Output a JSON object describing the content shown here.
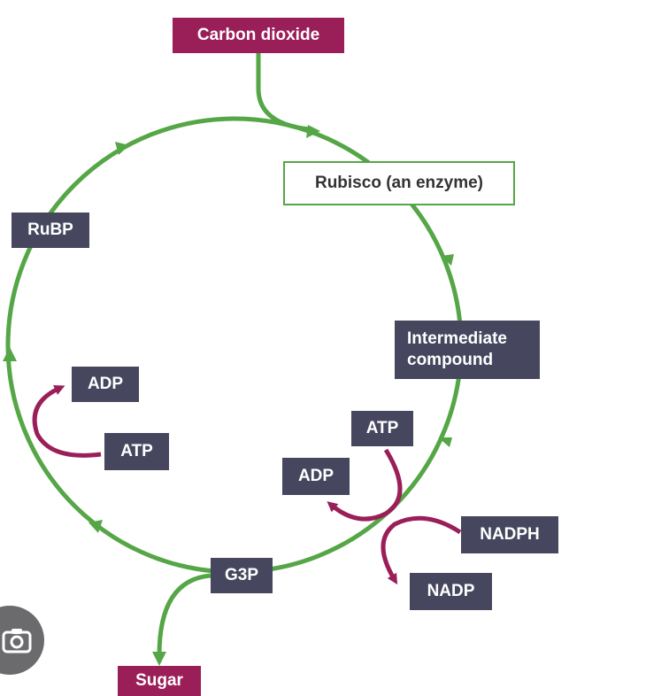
{
  "colors": {
    "cycle": "#55a646",
    "dark_box": "#46475e",
    "magenta": "#9a1f59",
    "background": "#ffffff"
  },
  "labels": {
    "carbon_dioxide": "Carbon dioxide",
    "rubisco": "Rubisco (an enzyme)",
    "intermediate_line1": "Intermediate",
    "intermediate_line2": "compound",
    "atp_right": "ATP",
    "adp_right": "ADP",
    "nadph": "NADPH",
    "nadp": "NADP",
    "g3p": "G3P",
    "sugar": "Sugar",
    "rubp": "RuBP",
    "adp_left": "ADP",
    "atp_left": "ATP"
  },
  "icons": {
    "lens": "google-lens-icon"
  }
}
